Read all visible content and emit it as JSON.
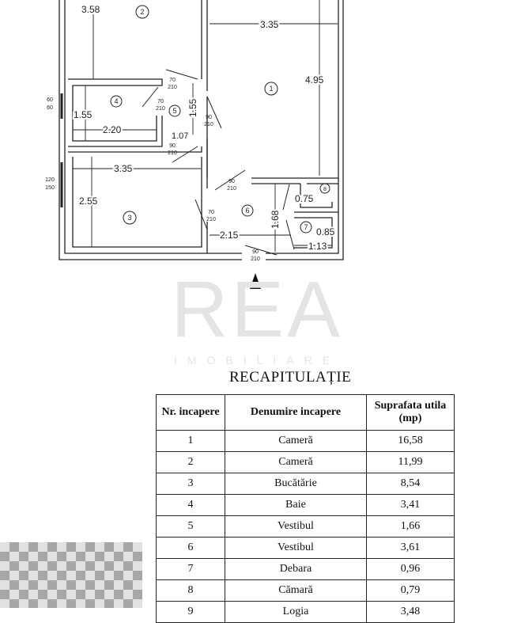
{
  "plan": {
    "dimensions": {
      "room2_width": "3.58",
      "room1_width": "3.35",
      "room1_length": "4.95",
      "bath_height": "1.55",
      "bath_width": "2.20",
      "hall5_length": "1.55",
      "hall5_width": "1.07",
      "kitchen_width": "3.35",
      "kitchen_length": "2.55",
      "hall6_length": "1.68",
      "hall6_width": "2.15",
      "pantry_depth": "0.75",
      "storage_depth": "0.85",
      "storage_width": "1.13"
    },
    "room_numbers": [
      "1",
      "2",
      "3",
      "4",
      "5",
      "6",
      "7",
      "8"
    ],
    "doors": {
      "d1": [
        "70",
        "210"
      ],
      "d2": [
        "70",
        "210"
      ],
      "d3": [
        "90",
        "210"
      ],
      "d4": [
        "90",
        "210"
      ],
      "d5": [
        "90",
        "210"
      ],
      "d6": [
        "70",
        "210"
      ],
      "d7": [
        "90",
        "210"
      ]
    },
    "windows": {
      "w1": [
        "60",
        "60"
      ],
      "w2": [
        "120",
        "150"
      ]
    }
  },
  "watermark": {
    "brand": "REA",
    "sub": "IMOBILIARE"
  },
  "summary": {
    "title": "RECAPITULAȚIE",
    "headers": [
      "Nr. incapere",
      "Denumire incapere",
      "Suprafata utila (mp)"
    ],
    "rows": [
      [
        "1",
        "Cameră",
        "16,58"
      ],
      [
        "2",
        "Cameră",
        "11,99"
      ],
      [
        "3",
        "Bucătărie",
        "8,54"
      ],
      [
        "4",
        "Baie",
        "3,41"
      ],
      [
        "5",
        "Vestibul",
        "1,66"
      ],
      [
        "6",
        "Vestibul",
        "3,61"
      ],
      [
        "7",
        "Debara",
        "0,96"
      ],
      [
        "8",
        "Cămară",
        "0,79"
      ],
      [
        "9",
        "Logia",
        "3,48"
      ]
    ]
  }
}
